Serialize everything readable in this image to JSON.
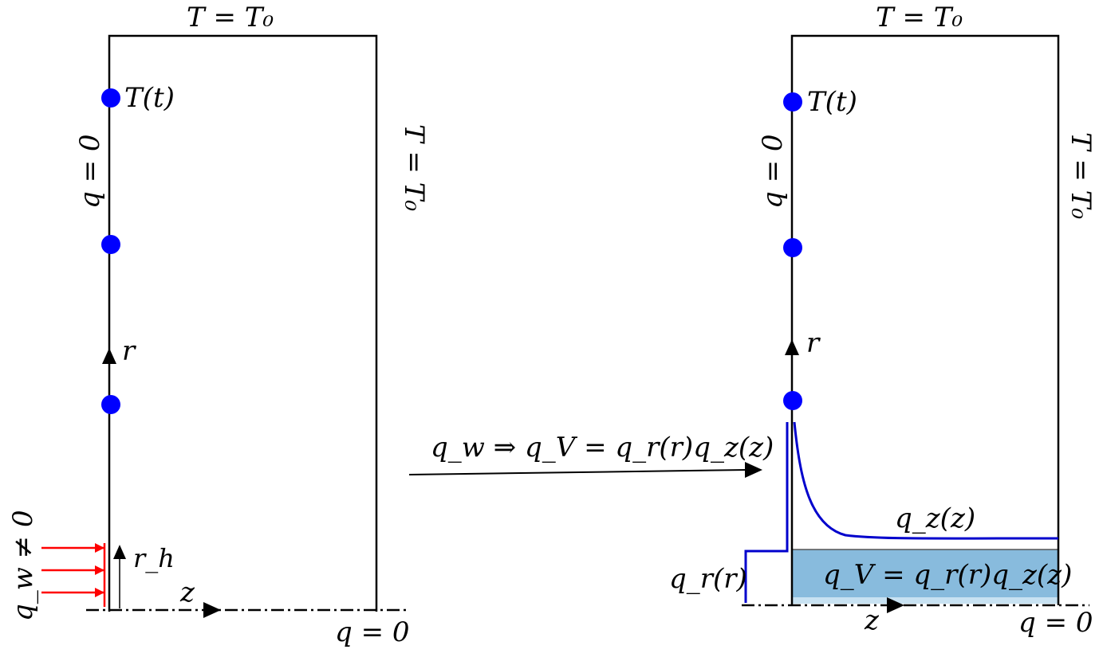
{
  "left_panel": {
    "top_bc": "T = T₀",
    "right_bc": "T = T₀",
    "left_bc": "q = 0",
    "bottom_bc": "q = 0",
    "sensor_label": "T(t)",
    "r_axis_label": "r",
    "z_axis_label": "z",
    "rh_label": "r_h",
    "wall_flux_label": "q_w ≠ 0"
  },
  "transform": {
    "label": "q_w ⇒ q_V = q_r(r)q_z(z)"
  },
  "right_panel": {
    "top_bc": "T = T₀",
    "right_bc": "T = T₀",
    "left_bc": "q = 0",
    "bottom_bc": "q = 0",
    "sensor_label": "T(t)",
    "r_axis_label": "r",
    "z_axis_label": "z",
    "qz_label": "q_z(z)",
    "qr_label": "q_r(r)",
    "volumetric_label": "q_V = q_r(r)q_z(z)"
  },
  "colors": {
    "sensor": "#0000ff",
    "flux_arrows": "#ff0000",
    "profile": "#0000cc",
    "source_fill": "#88bbdd",
    "outline": "#000000"
  }
}
